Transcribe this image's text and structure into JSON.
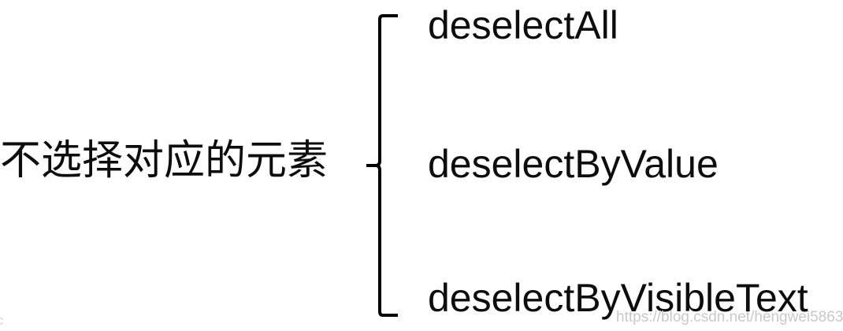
{
  "diagram": {
    "type": "brace-grouping",
    "left_label": "不选择对应的元素",
    "brace": {
      "glyph": "left-curly-brace",
      "orientation": "opens-right",
      "color": "#000000"
    },
    "branches": [
      {
        "label": "deselectAll"
      },
      {
        "label": "deselectByValue"
      },
      {
        "label": "deselectByVisibleText"
      }
    ]
  },
  "watermark": {
    "main": "https://blog.csdn.net/hengwei5863",
    "corner": "c"
  }
}
